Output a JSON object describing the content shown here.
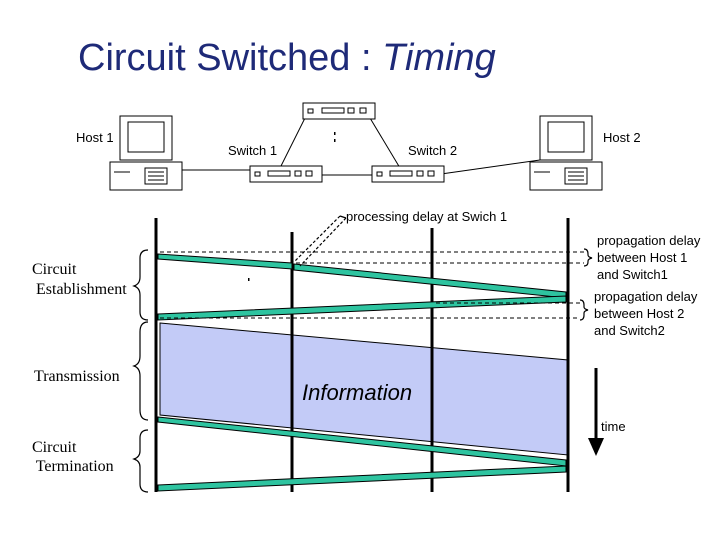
{
  "title": {
    "main": "Circuit Switched : ",
    "italic": "Timing"
  },
  "devices": {
    "host1": "Host 1",
    "host2": "Host 2",
    "switch1": "Switch 1",
    "switch2": "Switch 2"
  },
  "annotations": {
    "processing_delay": "processing delay at Swich 1",
    "prop_delay_1": [
      "propagation delay",
      "between Host 1",
      "and Switch1"
    ],
    "prop_delay_2": [
      "propagation delay",
      "between Host 2",
      "and Switch2"
    ],
    "information": "Information",
    "time": "time"
  },
  "phases": {
    "establishment": [
      "Circuit",
      " Establishment"
    ],
    "transmission": "Transmission",
    "termination": [
      "Circuit",
      " Termination"
    ]
  },
  "colors": {
    "title": "#1e2a78",
    "signal": "#2ec4a0",
    "information_band": "#c3cbf7"
  }
}
